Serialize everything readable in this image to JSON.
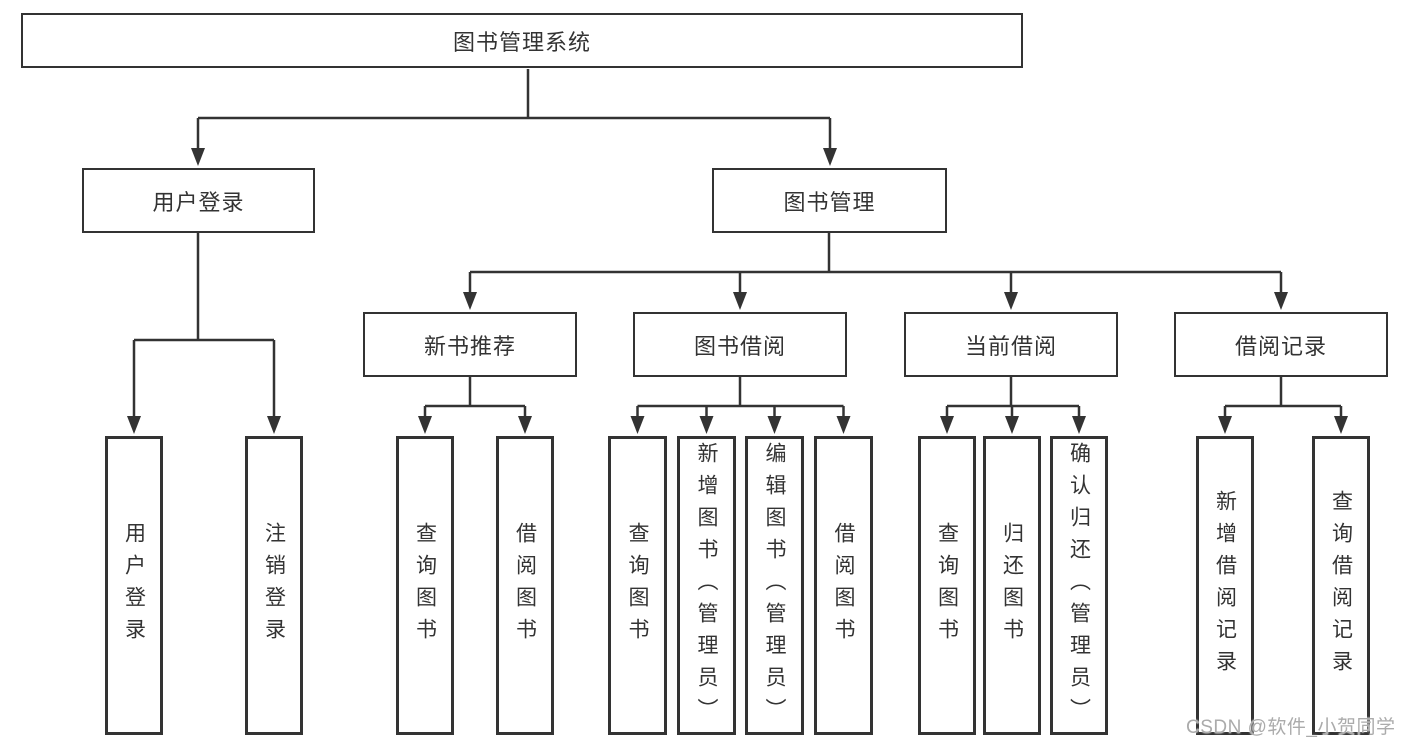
{
  "root": {
    "label": "图书管理系统"
  },
  "branches": [
    {
      "label": "用户登录",
      "children": [
        {
          "label": "用户登录"
        },
        {
          "label": "注销登录"
        }
      ]
    },
    {
      "label": "图书管理",
      "children": [
        {
          "label": "新书推荐",
          "children": [
            {
              "label": "查询图书"
            },
            {
              "label": "借阅图书"
            }
          ]
        },
        {
          "label": "图书借阅",
          "children": [
            {
              "label": "查询图书"
            },
            {
              "label": "新增图书（管理员）"
            },
            {
              "label": "编辑图书（管理员）"
            },
            {
              "label": "借阅图书"
            }
          ]
        },
        {
          "label": "当前借阅",
          "children": [
            {
              "label": "查询图书"
            },
            {
              "label": "归还图书"
            },
            {
              "label": "确认归还（管理员）"
            }
          ]
        },
        {
          "label": "借阅记录",
          "children": [
            {
              "label": "新增借阅记录"
            },
            {
              "label": "查询借阅记录"
            }
          ]
        }
      ]
    }
  ],
  "watermark": "CSDN @软件_小贺同学",
  "colors": {
    "line": "#333333",
    "text": "#333333",
    "box_fill": "#ffffff",
    "watermark": "#ababab"
  }
}
